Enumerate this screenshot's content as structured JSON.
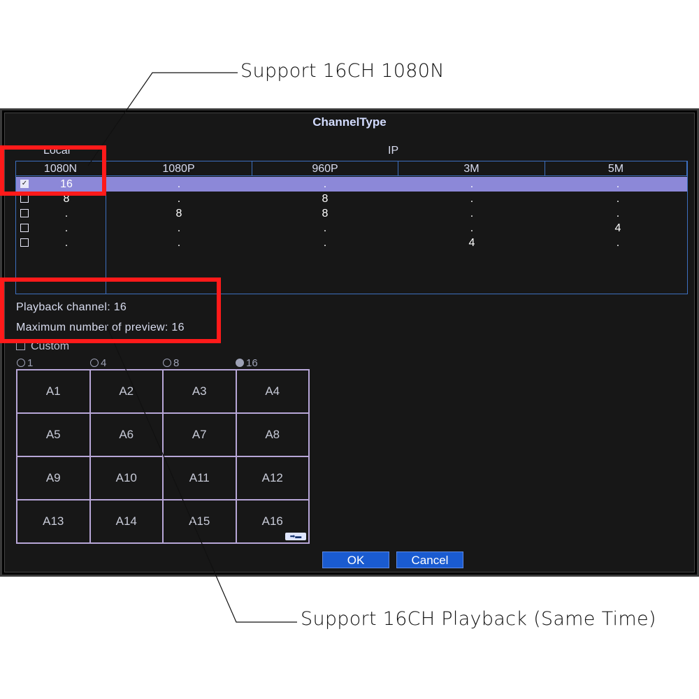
{
  "callouts": {
    "top": "Support 16CH 1080N",
    "bottom": "Support 16CH Playback (Same Time)"
  },
  "dialog": {
    "title": "ChannelType",
    "local_header": "Local",
    "ip_header": "IP",
    "columns": [
      "1080N",
      "1080P",
      "960P",
      "3M",
      "5M"
    ],
    "rows": [
      {
        "checked": true,
        "cells": [
          "16",
          ".",
          ".",
          ".",
          "."
        ]
      },
      {
        "checked": false,
        "cells": [
          "8",
          ".",
          "8",
          ".",
          "."
        ]
      },
      {
        "checked": false,
        "cells": [
          ".",
          "8",
          "8",
          ".",
          "."
        ]
      },
      {
        "checked": false,
        "cells": [
          ".",
          ".",
          ".",
          ".",
          "4"
        ]
      },
      {
        "checked": false,
        "cells": [
          ".",
          ".",
          ".",
          "4",
          "."
        ]
      }
    ],
    "checked_mark": "✓",
    "playback_channel": "Playback channel: 16",
    "max_preview": "Maximum number of preview: 16",
    "custom_label": "Custom",
    "radio_options": [
      {
        "label": "1",
        "selected": false
      },
      {
        "label": "4",
        "selected": false
      },
      {
        "label": "8",
        "selected": false
      },
      {
        "label": "16",
        "selected": true
      }
    ],
    "grid_cells": [
      "A1",
      "A2",
      "A3",
      "A4",
      "A5",
      "A6",
      "A7",
      "A8",
      "A9",
      "A10",
      "A11",
      "A12",
      "A13",
      "A14",
      "A15",
      "A16"
    ],
    "swap_icon_glyph": "➡▬",
    "ok_label": "OK",
    "cancel_label": "Cancel"
  },
  "colors": {
    "highlight": "#ff1a1a",
    "selected_row": "#8c88d8",
    "button": "#1a5bd0"
  }
}
